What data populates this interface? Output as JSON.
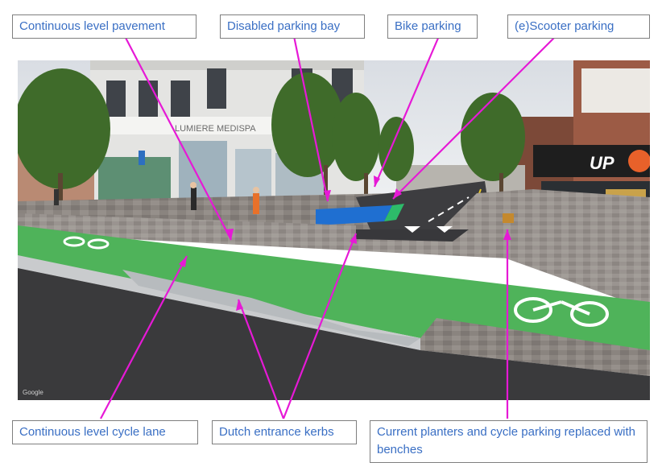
{
  "labels": {
    "continuous_level_pavement": "Continuous level pavement",
    "disabled_parking_bay": "Disabled parking bay",
    "bike_parking": "Bike parking",
    "escooter_parking": "(e)Scooter parking",
    "continuous_level_cycle_lane": "Continuous level cycle lane",
    "dutch_entrance_kerbs": "Dutch entrance kerbs",
    "planters_benches": "Current planters and cycle parking replaced with benches"
  },
  "scene": {
    "shop_sign_left": "LUMIERE MEDISPA",
    "shop_sign_right": "UP",
    "watermark": "Google"
  },
  "colors": {
    "arrow": "#e619d6",
    "label_text": "#3a6fc4",
    "cycle_lane": "#4fb35a",
    "disabled_bay": "#1f6fd1",
    "paving": "#8f8a86",
    "road": "#3a3a3c"
  }
}
